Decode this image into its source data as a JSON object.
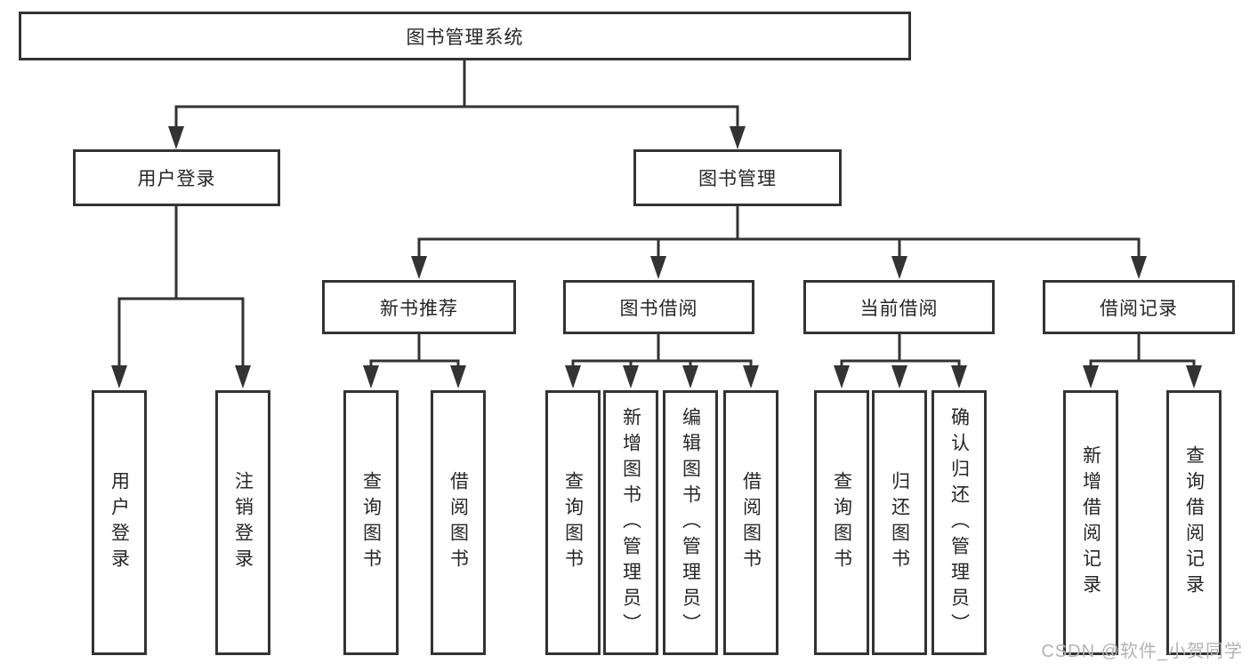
{
  "diagram": {
    "title": "图书管理系统",
    "branches": {
      "login": {
        "label": "用户登录",
        "children": [
          "用户登录",
          "注销登录"
        ]
      },
      "management": {
        "label": "图书管理",
        "groups": [
          {
            "label": "新书推荐",
            "children": [
              "查询图书",
              "借阅图书"
            ]
          },
          {
            "label": "图书借阅",
            "children": [
              "查询图书",
              "新增图书（管理员）",
              "编辑图书（管理员）",
              "借阅图书"
            ]
          },
          {
            "label": "当前借阅",
            "children": [
              "查询图书",
              "归还图书",
              "确认归还（管理员）"
            ]
          },
          {
            "label": "借阅记录",
            "children": [
              "新增借阅记录",
              "查询借阅记录"
            ]
          }
        ]
      }
    }
  },
  "watermark": "CSDN @软件_小贺同学",
  "colors": {
    "line": "#333333",
    "text": "#262626",
    "background": "#ffffff",
    "watermark": "#b3b3b3"
  }
}
